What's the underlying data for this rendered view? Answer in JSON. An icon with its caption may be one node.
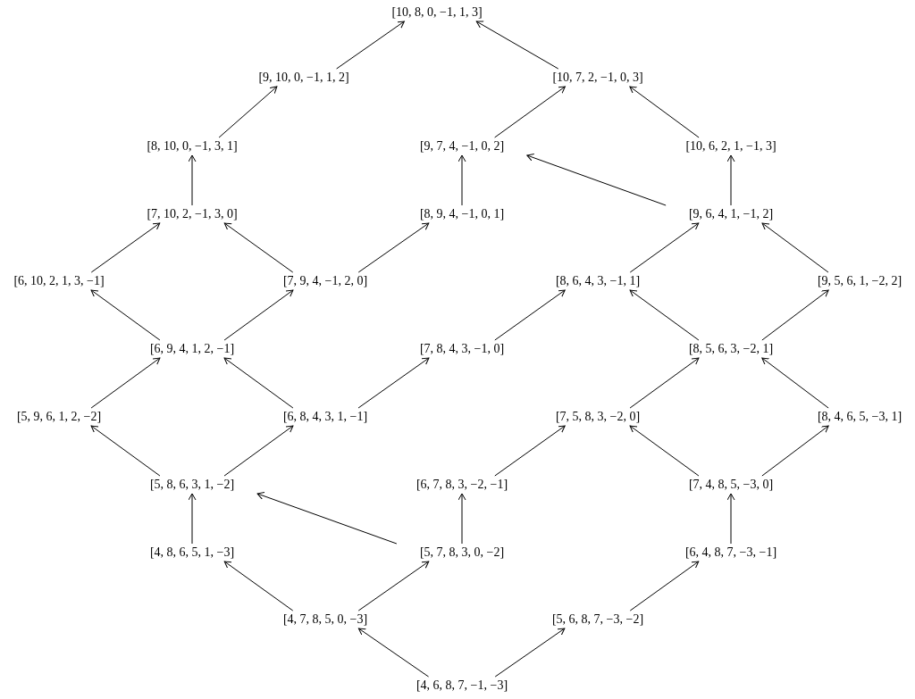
{
  "diagram": {
    "nodes": [
      {
        "text": [
          "[10, 8, 0, −1, 1, 3]"
        ]
      },
      {
        "text": [
          "[9, 10, 0, −1, 1, 2]"
        ]
      },
      {
        "text": [
          "[10, 7, 2, −1, 0, 3]"
        ]
      },
      {
        "text": [
          "[8, 10, 0, −1, 3, 1]"
        ]
      },
      {
        "text": [
          "[9, 7, 4, −1, 0, 2]"
        ]
      },
      {
        "text": [
          "[10, 6, 2, 1, −1, 3]"
        ]
      },
      {
        "text": [
          "[7, 10, 2, −1, 3, 0]"
        ]
      },
      {
        "text": [
          "[8, 9, 4, −1, 0, 1]"
        ]
      },
      {
        "text": [
          "[9, 6, 4, 1, −1, 2]"
        ]
      },
      {
        "text": [
          "[6, 10, 2, 1, 3, −1]"
        ]
      },
      {
        "text": [
          "[7, 9, 4, −1, 2, 0]"
        ]
      },
      {
        "text": [
          "[8, 6, 4, 3, −1, 1]"
        ]
      },
      {
        "text": [
          "[9, 5, 6, 1, −2, 2]"
        ]
      },
      {
        "text": [
          "[6, 9, 4, 1, 2, −1]"
        ]
      },
      {
        "text": [
          "[7, 8, 4, 3, −1, 0]"
        ]
      },
      {
        "text": [
          "[8, 5, 6, 3, −2, 1]"
        ]
      },
      {
        "text": [
          "[5, 9, 6, 1, 2, −2]"
        ]
      },
      {
        "text": [
          "[6, 8, 4, 3, 1, −1]"
        ]
      },
      {
        "text": [
          "[7, 5, 8, 3, −2, 0]"
        ]
      },
      {
        "text": [
          "[8, 4, 6, 5, −3, 1]"
        ]
      },
      {
        "text": [
          "[5, 8, 6, 3, 1, −2]"
        ]
      },
      {
        "text": [
          "[6, 7, 8, 3, −2, −1]"
        ]
      },
      {
        "text": [
          "[7, 4, 8, 5, −3, 0]"
        ]
      },
      {
        "text": [
          "[4, 8, 6, 5, 1, −3]"
        ]
      },
      {
        "text": [
          "[5, 7, 8, 3, 0, −2]"
        ]
      },
      {
        "text": [
          "[6, 4, 8, 7, −3, −1]"
        ]
      },
      {
        "text": [
          "[4, 7, 8, 5, 0, −3]"
        ]
      },
      {
        "text": [
          "[5, 6, 8, 7, −3, −2]"
        ]
      },
      {
        "text": [
          "[4, 6, 8, 7, −1, −3]"
        ]
      }
    ],
    "edges": [
      {
        "from": 1,
        "to": 0,
        "arrow": "to"
      },
      {
        "from": 2,
        "to": 0,
        "arrow": "to"
      },
      {
        "from": 3,
        "to": 1,
        "arrow": "to"
      },
      {
        "from": 4,
        "to": 2,
        "arrow": "to"
      },
      {
        "from": 5,
        "to": 2,
        "arrow": "to"
      },
      {
        "from": 6,
        "to": 3,
        "arrow": "to"
      },
      {
        "from": 7,
        "to": 4,
        "arrow": "to"
      },
      {
        "from": 8,
        "to": 4,
        "arrow": "to"
      },
      {
        "from": 8,
        "to": 5,
        "arrow": "to"
      },
      {
        "from": 9,
        "to": 6,
        "arrow": "to"
      },
      {
        "from": 10,
        "to": 6,
        "arrow": "to"
      },
      {
        "from": 10,
        "to": 7,
        "arrow": "to"
      },
      {
        "from": 11,
        "to": 8,
        "arrow": "to"
      },
      {
        "from": 12,
        "to": 8,
        "arrow": "to"
      },
      {
        "from": 13,
        "to": 9,
        "arrow": "to"
      },
      {
        "from": 13,
        "to": 10,
        "arrow": "to"
      },
      {
        "from": 14,
        "to": 11,
        "arrow": "to"
      },
      {
        "from": 15,
        "to": 11,
        "arrow": "to"
      },
      {
        "from": 15,
        "to": 12,
        "arrow": "to"
      },
      {
        "from": 16,
        "to": 13,
        "arrow": "to"
      },
      {
        "from": 17,
        "to": 13,
        "arrow": "to"
      },
      {
        "from": 17,
        "to": 14,
        "arrow": "to"
      },
      {
        "from": 18,
        "to": 15,
        "arrow": "to"
      },
      {
        "from": 19,
        "to": 15,
        "arrow": "to"
      },
      {
        "from": 20,
        "to": 16,
        "arrow": "to"
      },
      {
        "from": 20,
        "to": 17,
        "arrow": "to"
      },
      {
        "from": 21,
        "to": 18,
        "arrow": "to"
      },
      {
        "from": 22,
        "to": 18,
        "arrow": "to"
      },
      {
        "from": 22,
        "to": 19,
        "arrow": "to"
      },
      {
        "from": 23,
        "to": 20,
        "arrow": "to"
      },
      {
        "from": 24,
        "to": 20,
        "arrow": "to"
      },
      {
        "from": 24,
        "to": 21,
        "arrow": "to"
      },
      {
        "from": 25,
        "to": 22,
        "arrow": "to"
      },
      {
        "from": 26,
        "to": 23,
        "arrow": "to"
      },
      {
        "from": 26,
        "to": 24,
        "arrow": "to"
      },
      {
        "from": 27,
        "to": 25,
        "arrow": "to"
      },
      {
        "from": 28,
        "to": 26,
        "arrow": "to"
      },
      {
        "from": 28,
        "to": 27,
        "arrow": "to"
      }
    ]
  }
}
